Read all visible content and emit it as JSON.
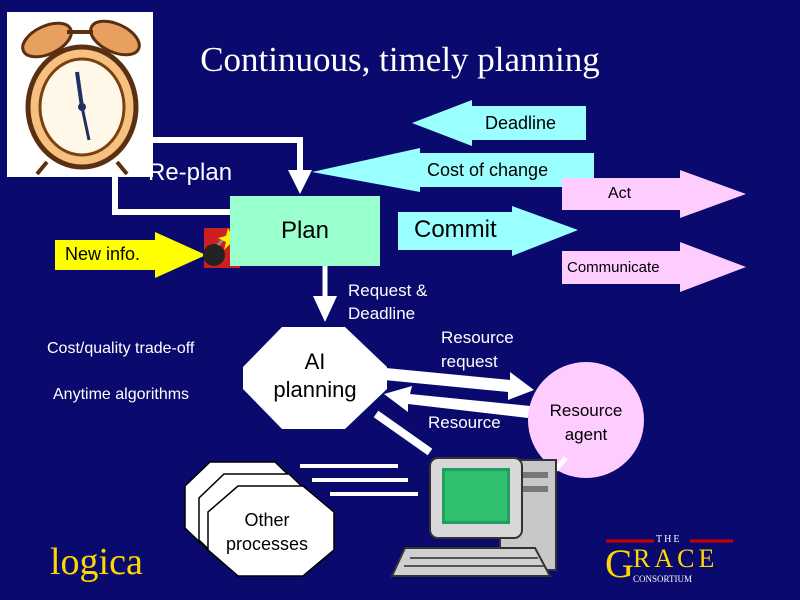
{
  "slide": {
    "title": "Continuous, timely planning"
  },
  "arrows": {
    "deadline": "Deadline",
    "cost_of_change": "Cost of change",
    "act": "Act",
    "commit": "Commit",
    "communicate": "Communicate",
    "new_info": "New info."
  },
  "nodes": {
    "plan": "Plan",
    "ai_planning_line1": "AI",
    "ai_planning_line2": "planning",
    "resource_agent_line1": "Resource",
    "resource_agent_line2": "agent",
    "other_processes_line1": "Other",
    "other_processes_line2": "processes"
  },
  "labels": {
    "re_plan": "Re-plan",
    "request_deadline_line1": "Request &",
    "request_deadline_line2": "Deadline",
    "resource_request_line1": "Resource",
    "resource_request_line2": "request",
    "resource": "Resource",
    "cost_quality": "Cost/quality trade-off",
    "anytime": "Anytime algorithms"
  },
  "branding": {
    "logica": "logica",
    "grace_the": "THE",
    "grace_g": "G",
    "grace_race": "RACE",
    "grace_consortium": "CONSORTIUM"
  },
  "colors": {
    "background": "#0a0a6e",
    "cyan_arrow": "#99ffff",
    "pink_arrow": "#ffccff",
    "yellow_arrow": "#ffff00",
    "plan_box": "#99ffcc",
    "brand_gold": "#ffd700",
    "brand_red": "#cc0000"
  }
}
